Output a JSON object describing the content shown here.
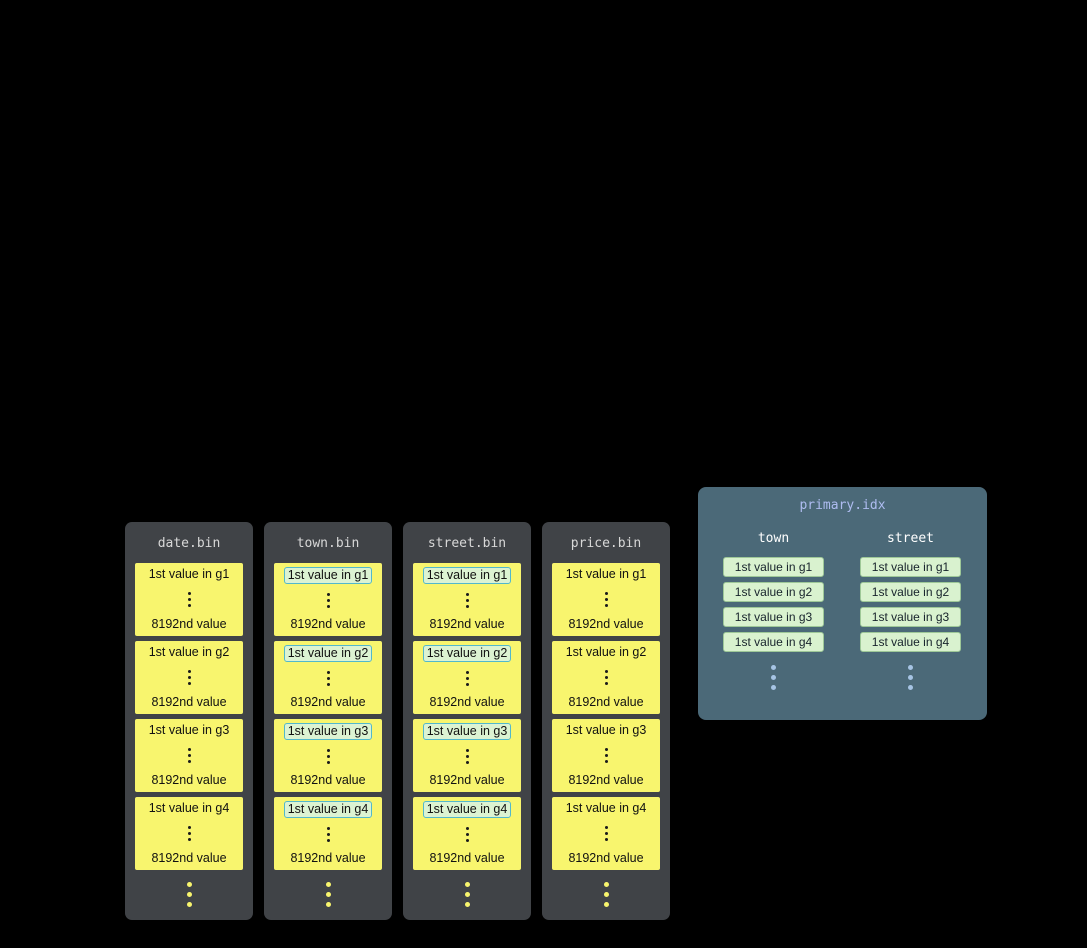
{
  "bins": [
    {
      "title": "date.bin",
      "granules": [
        {
          "first": "1st value in g1",
          "last": "8192nd value"
        },
        {
          "first": "1st value in g2",
          "last": "8192nd value"
        },
        {
          "first": "1st value in g3",
          "last": "8192nd value"
        },
        {
          "first": "1st value in g4",
          "last": "8192nd value"
        }
      ]
    },
    {
      "title": "town.bin",
      "granules": [
        {
          "first": "1st value in g1",
          "last": "8192nd value"
        },
        {
          "first": "1st value in g2",
          "last": "8192nd value"
        },
        {
          "first": "1st value in g3",
          "last": "8192nd value"
        },
        {
          "first": "1st value in g4",
          "last": "8192nd value"
        }
      ]
    },
    {
      "title": "street.bin",
      "granules": [
        {
          "first": "1st value in g1",
          "last": "8192nd value"
        },
        {
          "first": "1st value in g2",
          "last": "8192nd value"
        },
        {
          "first": "1st value in g3",
          "last": "8192nd value"
        },
        {
          "first": "1st value in g4",
          "last": "8192nd value"
        }
      ]
    },
    {
      "title": "price.bin",
      "granules": [
        {
          "first": "1st value in g1",
          "last": "8192nd value"
        },
        {
          "first": "1st value in g2",
          "last": "8192nd value"
        },
        {
          "first": "1st value in g3",
          "last": "8192nd value"
        },
        {
          "first": "1st value in g4",
          "last": "8192nd value"
        }
      ]
    }
  ],
  "primary_index": {
    "title": "primary.idx",
    "columns": [
      {
        "header": "town",
        "entries": [
          "1st value in g1",
          "1st value in g2",
          "1st value in g3",
          "1st value in g4"
        ]
      },
      {
        "header": "street",
        "entries": [
          "1st value in g1",
          "1st value in g2",
          "1st value in g3",
          "1st value in g4"
        ]
      }
    ]
  },
  "colors": {
    "background": "#000000",
    "bin_container": "#404347",
    "bin_title_text": "#d8d8d8",
    "granule_yellow": "#f8f56e",
    "highlight_fill": "#dcf3d2",
    "highlight_border": "#52b8cc",
    "index_panel": "#4b6978",
    "index_title_text": "#aebcf0",
    "index_header_text": "#ffffff",
    "index_box_fill": "#d9f2cf",
    "index_dots": "#a6c4e4"
  }
}
